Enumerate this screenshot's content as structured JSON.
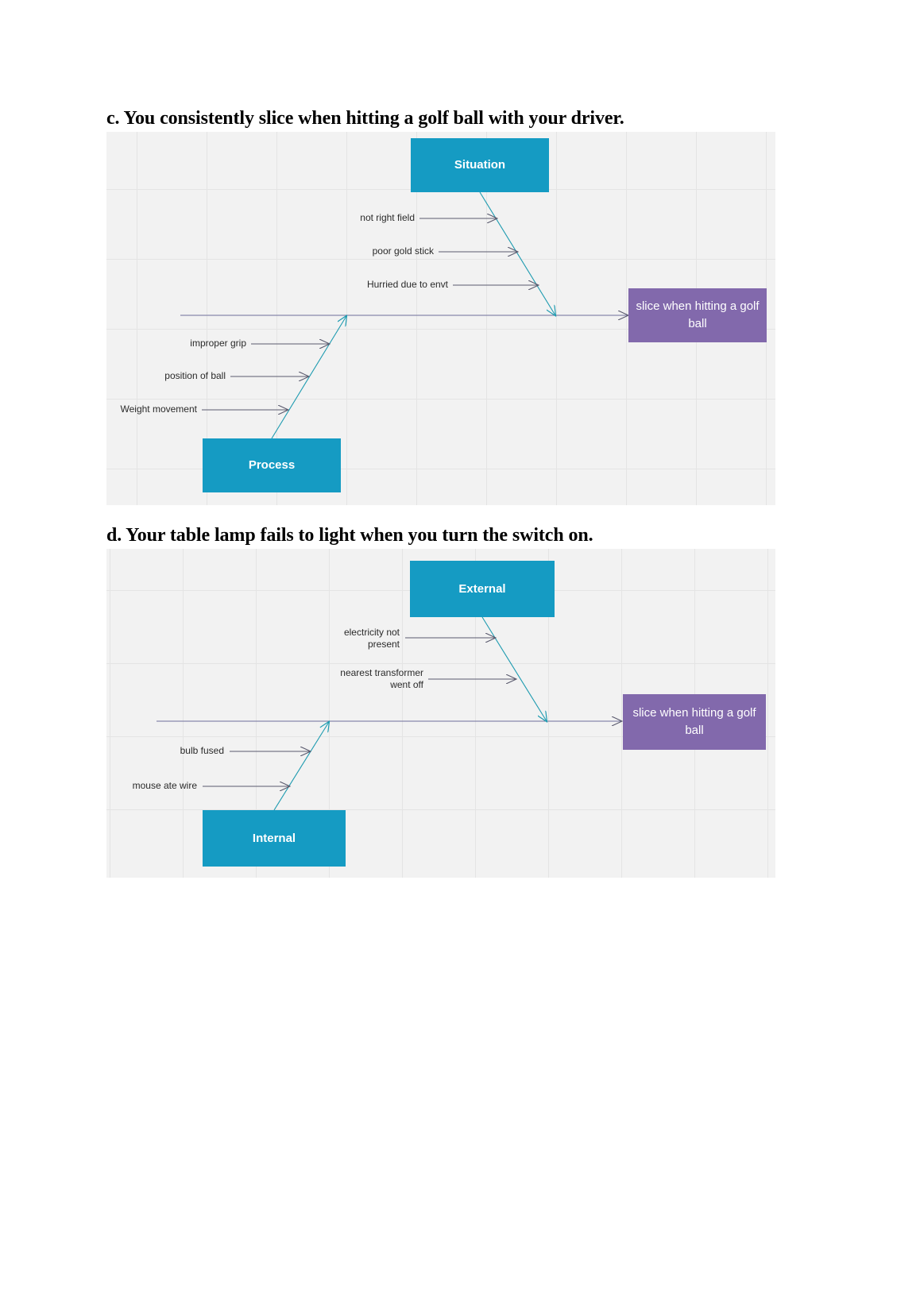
{
  "sections": [
    {
      "id": "c",
      "heading": "c. You consistently slice when hitting a golf ball with your driver.",
      "diagram": {
        "type": "fishbone",
        "effect": "slice when hitting a golf ball",
        "categories": [
          {
            "name": "Situation",
            "position": "top"
          },
          {
            "name": "Process",
            "position": "bottom"
          }
        ],
        "causes": [
          {
            "text": "not right field",
            "category": "Situation"
          },
          {
            "text": "poor gold stick",
            "category": "Situation"
          },
          {
            "text": "Hurried due to envt",
            "category": "Situation"
          },
          {
            "text": "improper grip",
            "category": "Process"
          },
          {
            "text": "position of ball",
            "category": "Process"
          },
          {
            "text": "Weight movement",
            "category": "Process"
          }
        ]
      }
    },
    {
      "id": "d",
      "heading": "d. Your table lamp fails to light when you turn the switch on.",
      "diagram": {
        "type": "fishbone",
        "effect": "slice when hitting a golf ball",
        "categories": [
          {
            "name": "External",
            "position": "top"
          },
          {
            "name": "Internal",
            "position": "bottom"
          }
        ],
        "causes": [
          {
            "text": "electricity not\npresent",
            "category": "External"
          },
          {
            "text": "nearest transformer\nwent off",
            "category": "External"
          },
          {
            "text": "bulb fused",
            "category": "Internal"
          },
          {
            "text": "mouse ate wire",
            "category": "Internal"
          }
        ]
      }
    }
  ],
  "colors": {
    "category_box": "#159BC3",
    "effect_box": "#8269AC",
    "canvas": "#f2f2f2",
    "grid_line": "#e4e4e4",
    "spine": "#6f6f99",
    "rib": "#1E9BB0",
    "cause_arrow": "#5a5a6e",
    "text_dark": "#2a2a2a",
    "text_light": "#ffffff"
  }
}
